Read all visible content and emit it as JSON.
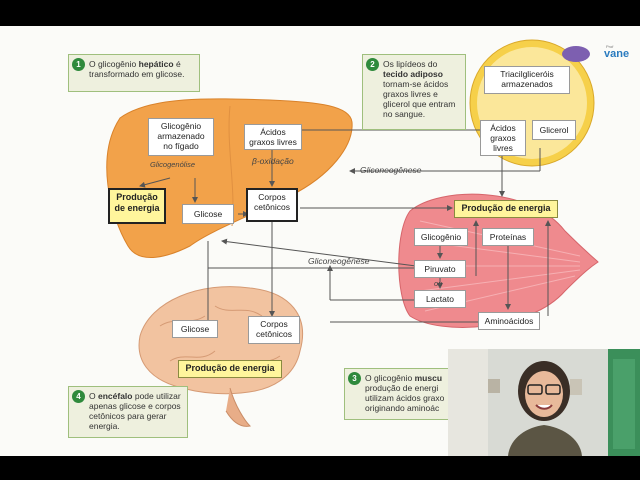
{
  "notes": {
    "n1": {
      "num": "1",
      "pre": "O glicogênio ",
      "bold": "hepático",
      "post": " é transformado em glicose."
    },
    "n2": {
      "num": "2",
      "pre": "Os lipídeos do ",
      "bold": "tecido adiposo",
      "post": " tornam-se ácidos graxos livres e glicerol que entram no sangue."
    },
    "n3": {
      "num": "3",
      "pre": "O glicogênio ",
      "bold": "muscu",
      "post": " produção de energi utilizam ácidos graxo originando aminoác"
    },
    "n4": {
      "num": "4",
      "pre": "O ",
      "bold": "encéfalo",
      "post": " pode utilizar apenas glicose e corpos cetônicos para gerar energia."
    }
  },
  "liver": {
    "glycogen": "Glicogênio armazenado no fígado",
    "fatty_acids": "Ácidos graxos livres",
    "glycogenolysis": "Glicogenólise",
    "beta_ox": "β-oxidação",
    "energy": "Produção de energia",
    "glucose": "Glicose",
    "ketones": "Corpos cetônicos"
  },
  "adipose": {
    "triacylglycerols": "Triacilgliceróis armazenados",
    "fatty_acids": "Ácidos graxos livres",
    "glycerol": "Glicerol"
  },
  "muscle": {
    "energy": "Produção de energia",
    "glycogen": "Glicogênio",
    "proteins": "Proteínas",
    "pyruvate": "Piruvato",
    "or": "ou",
    "lactate": "Lactato",
    "amino_acids": "Aminoácidos"
  },
  "brain": {
    "glucose": "Glicose",
    "ketones": "Corpos cetônicos",
    "energy": "Produção de energia"
  },
  "flow_labels": {
    "gluconeo_top": "Gliconeogênese",
    "gluconeo_mid": "Gliconeogênese"
  },
  "logo": {
    "text": "vane",
    "sub": "Prof"
  },
  "colors": {
    "accent_green": "#2f8a3c",
    "highlight_yellow": "#fff59c",
    "liver": "#f2a24a",
    "muscle": "#ef8a8e",
    "brain": "#f2c3a0"
  }
}
